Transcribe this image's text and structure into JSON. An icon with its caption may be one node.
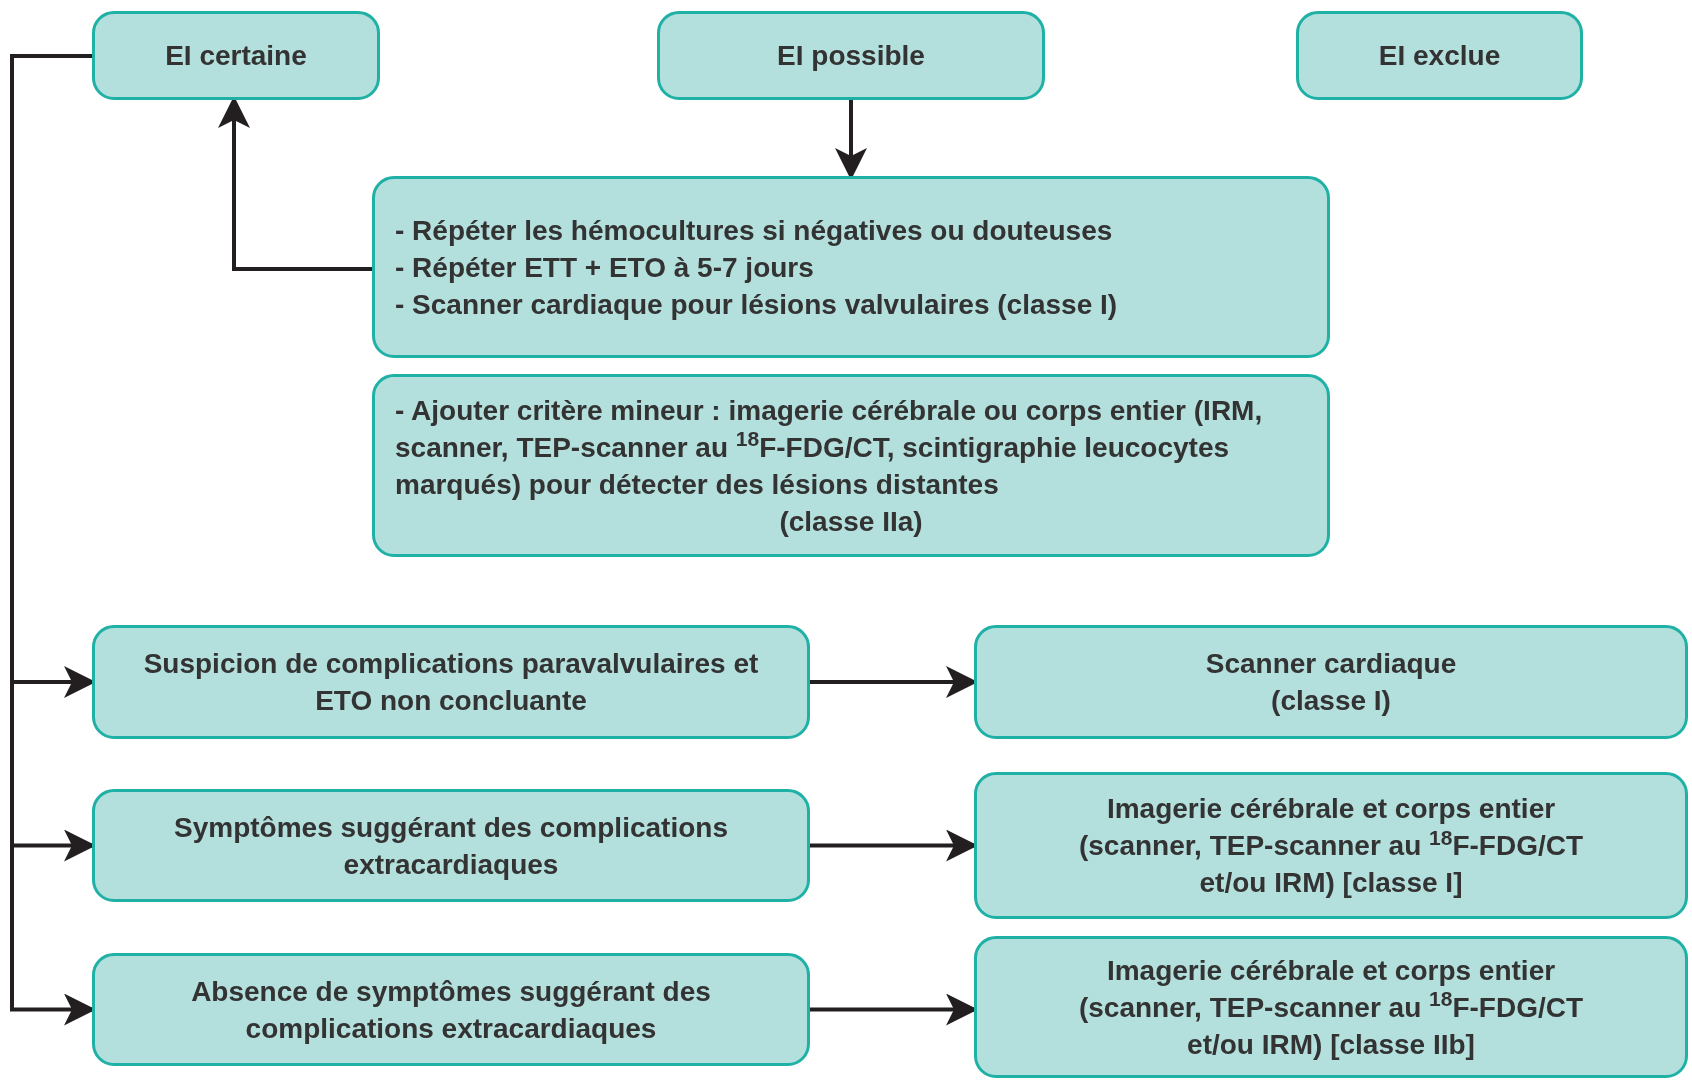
{
  "diagram": {
    "nodes": [
      {
        "text": [
          "EI certaine"
        ]
      },
      {
        "text": [
          "EI possible"
        ]
      },
      {
        "text": [
          "EI exclue"
        ]
      },
      {
        "text": [
          "- Répéter les hémocultures si négatives ou douteuses",
          "- Répéter ETT + ETO à 5-7 jours",
          "- Scanner cardiaque pour lésions valvulaires (classe I)"
        ]
      },
      {
        "text": [
          "- Ajouter critère mineur : imagerie cérébrale ou corps entier (IRM, scanner, TEP-scanner au $^{18}$F-FDG/CT, scintigraphie leucocytes marqués) pour détecter des lésions distantes",
          "(classe IIa)"
        ]
      },
      {
        "text": [
          "Suspicion de complications paravalvulaires et ETO non concluante"
        ]
      },
      {
        "text": [
          "Scanner cardiaque (classe I)"
        ]
      },
      {
        "text": [
          "Symptômes suggérant des complications extracardiaques"
        ]
      },
      {
        "text": [
          "Imagerie cérébrale et corps entier (scanner, TEP-scanner au $^{18}$F-FDG/CT et/ou IRM) [classe I]"
        ]
      },
      {
        "text": [
          "Absence de symptômes suggérant des complications extracardiaques"
        ]
      },
      {
        "text": [
          "Imagerie cérébrale et corps entier (scanner, TEP-scanner au $^{18}$F-FDG/CT et/ou IRM) [classe IIb]"
        ]
      }
    ],
    "edges": [
      {
        "from": 1,
        "to": 3,
        "arrow": "to"
      },
      {
        "from": 3,
        "to": 0,
        "arrow": "to"
      },
      {
        "from": 0,
        "to": 5,
        "arrow": "to"
      },
      {
        "from": 0,
        "to": 7,
        "arrow": "to"
      },
      {
        "from": 0,
        "to": 9,
        "arrow": "to"
      },
      {
        "from": 5,
        "to": 6,
        "arrow": "to"
      },
      {
        "from": 7,
        "to": 8,
        "arrow": "to"
      },
      {
        "from": 9,
        "to": 10,
        "arrow": "to"
      }
    ]
  }
}
